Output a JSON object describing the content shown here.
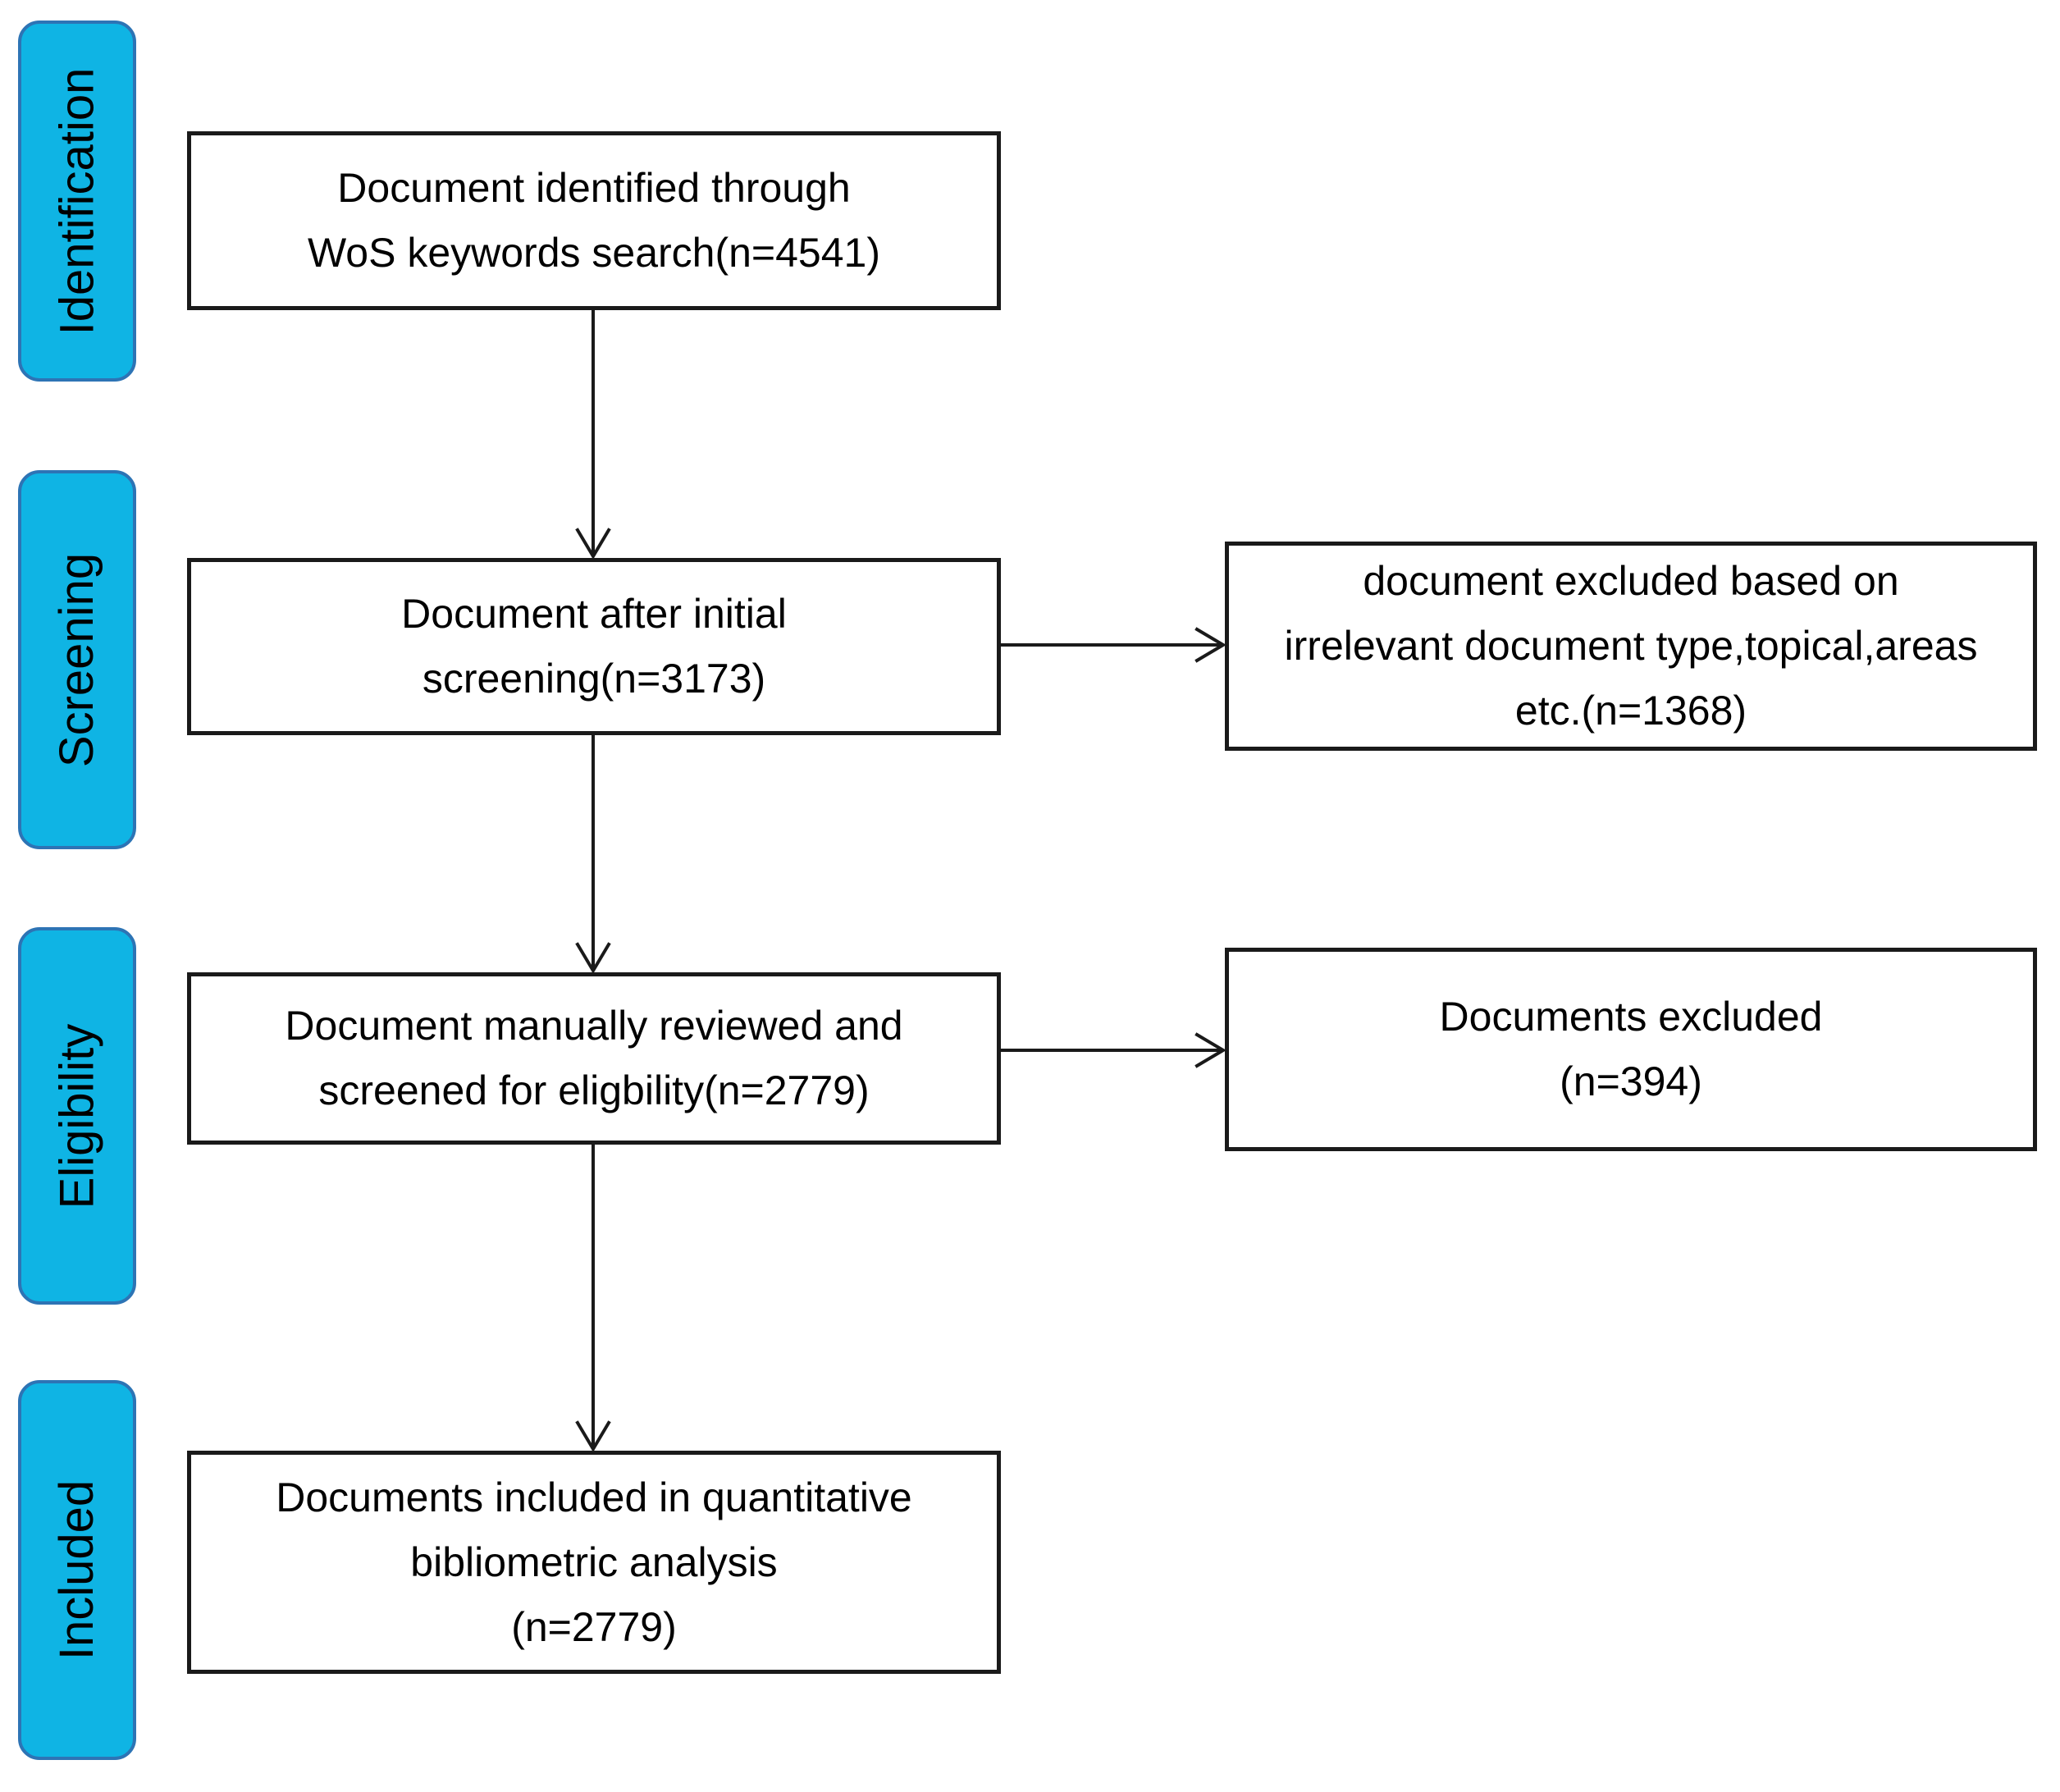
{
  "figure": {
    "type": "prisma-flow-diagram",
    "background": "#ffffff",
    "colors": {
      "stage_fill": "#0fb4e4",
      "stage_border": "#2d74b5",
      "box_fill": "#ffffff",
      "box_border": "#1a1a1a",
      "arrow": "#1a1a1a",
      "text": "#000000"
    },
    "stages": [
      {
        "label": "Identification"
      },
      {
        "label": "Screening"
      },
      {
        "label": "Eligibility"
      },
      {
        "label": "Included"
      }
    ],
    "flow_boxes": [
      {
        "name": "identified",
        "lines": [
          "Document identified through",
          "WoS keywords search(n=4541)"
        ],
        "n": 4541
      },
      {
        "name": "after-initial-screening",
        "lines": [
          "Document after initial",
          "screening(n=3173)"
        ],
        "n": 3173
      },
      {
        "name": "manually-reviewed",
        "lines": [
          "Document manually reviewed and",
          "screened for eligbility(n=2779)"
        ],
        "n": 2779
      },
      {
        "name": "included-in-analysis",
        "lines": [
          "Documents included in quantitative",
          "bibliometric analysis",
          "(n=2779)"
        ],
        "n": 2779
      }
    ],
    "exclusion_boxes": [
      {
        "name": "excluded-after-screening",
        "lines": [
          "document excluded based on",
          "irrelevant document type,topical,areas",
          "etc.(n=1368)"
        ],
        "n": 1368
      },
      {
        "name": "excluded-after-eligibility",
        "lines": [
          "Documents excluded",
          "(n=394)"
        ],
        "n": 394
      }
    ]
  }
}
